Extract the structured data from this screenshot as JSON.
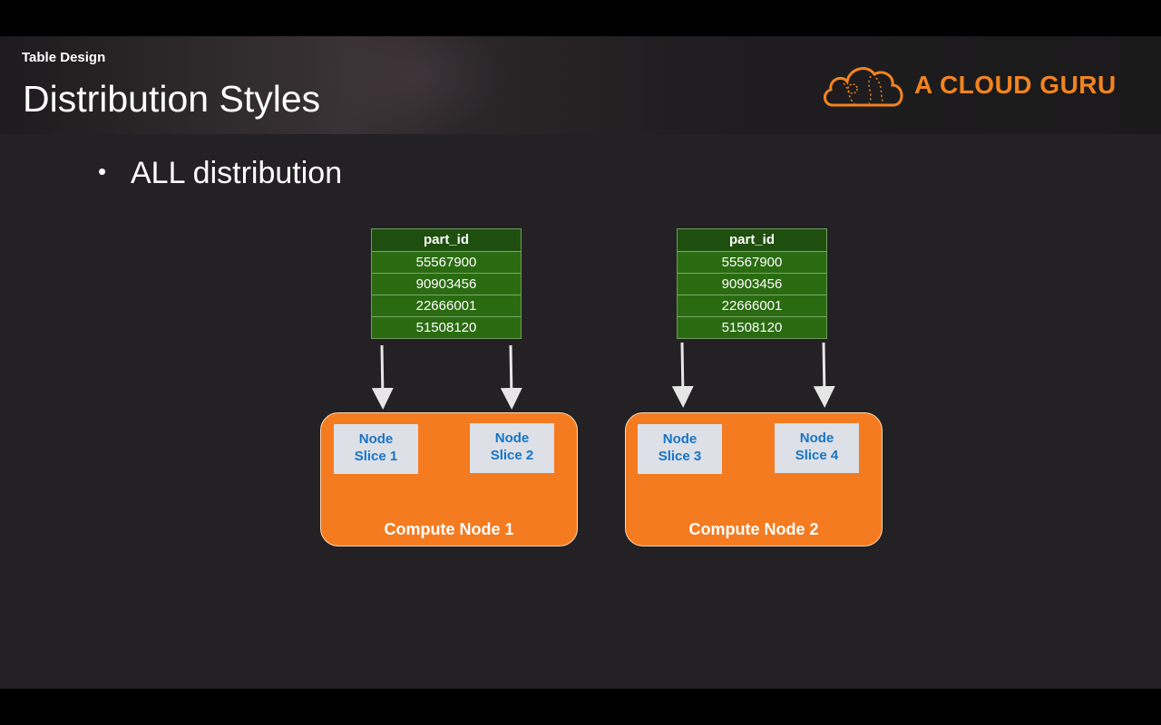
{
  "header": {
    "section": "Table Design",
    "title": "Distribution Styles",
    "logo_text": "A CLOUD GURU"
  },
  "bullet": {
    "marker": "•",
    "text": "ALL distribution"
  },
  "tables": [
    {
      "header": "part_id",
      "rows": [
        "55567900",
        "90903456",
        "22666001",
        "51508120"
      ]
    },
    {
      "header": "part_id",
      "rows": [
        "55567900",
        "90903456",
        "22666001",
        "51508120"
      ]
    }
  ],
  "nodes": [
    {
      "label": "Compute Node 1",
      "slices": [
        {
          "line1": "Node",
          "line2": "Slice 1"
        },
        {
          "line1": "Node",
          "line2": "Slice 2"
        }
      ]
    },
    {
      "label": "Compute Node 2",
      "slices": [
        {
          "line1": "Node",
          "line2": "Slice 3"
        },
        {
          "line1": "Node",
          "line2": "Slice 4"
        }
      ]
    }
  ],
  "colors": {
    "accent": "#f47b20",
    "table_green": "#2a6b11",
    "slice_text": "#1774c7",
    "background": "#232123"
  }
}
